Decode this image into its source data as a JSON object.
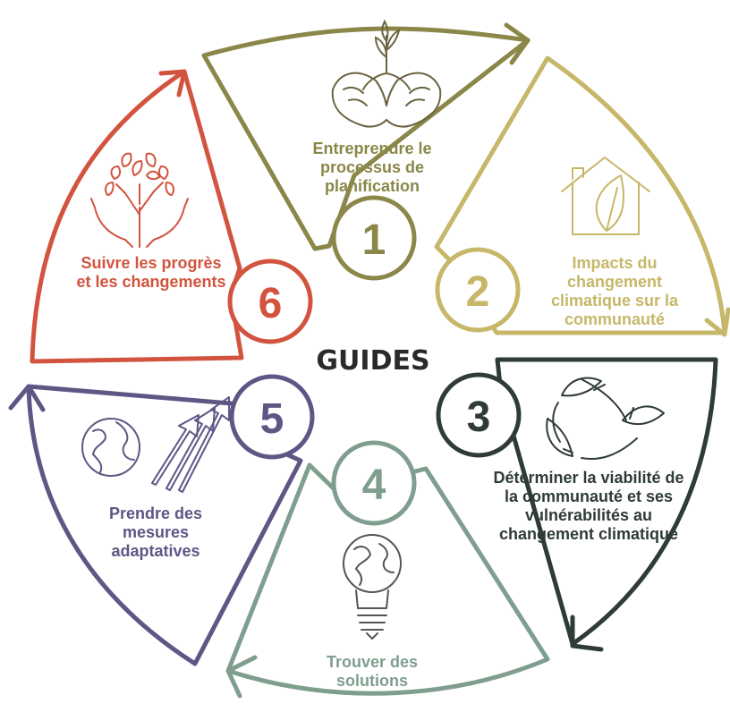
{
  "title": "GUIDES",
  "colors": {
    "step1": "#8a8749",
    "step2": "#c6b769",
    "step3": "#2f3b39",
    "step4": "#7f9e8e",
    "step5": "#5f5685",
    "step6": "#d2543f"
  },
  "steps": [
    {
      "number": "1",
      "label": "Entreprendre le processus de planification",
      "icon": "hands-holding-seedling-icon"
    },
    {
      "number": "2",
      "label": "Impacts du changement climatique sur la communauté",
      "icon": "house-with-leaf-icon"
    },
    {
      "number": "3",
      "label": "Déterminer la viabilité de la communauté et ses vulnérabilités au changement climatique",
      "icon": "recycling-leaves-icon"
    },
    {
      "number": "4",
      "label": "Trouver des solutions",
      "icon": "lightbulb-globe-icon"
    },
    {
      "number": "5",
      "label": "Prendre des mesures adaptatives",
      "icon": "globe-with-rising-arrows-icon"
    },
    {
      "number": "6",
      "label": "Suivre les progrès et les changements",
      "icon": "hands-holding-tree-icon"
    }
  ]
}
